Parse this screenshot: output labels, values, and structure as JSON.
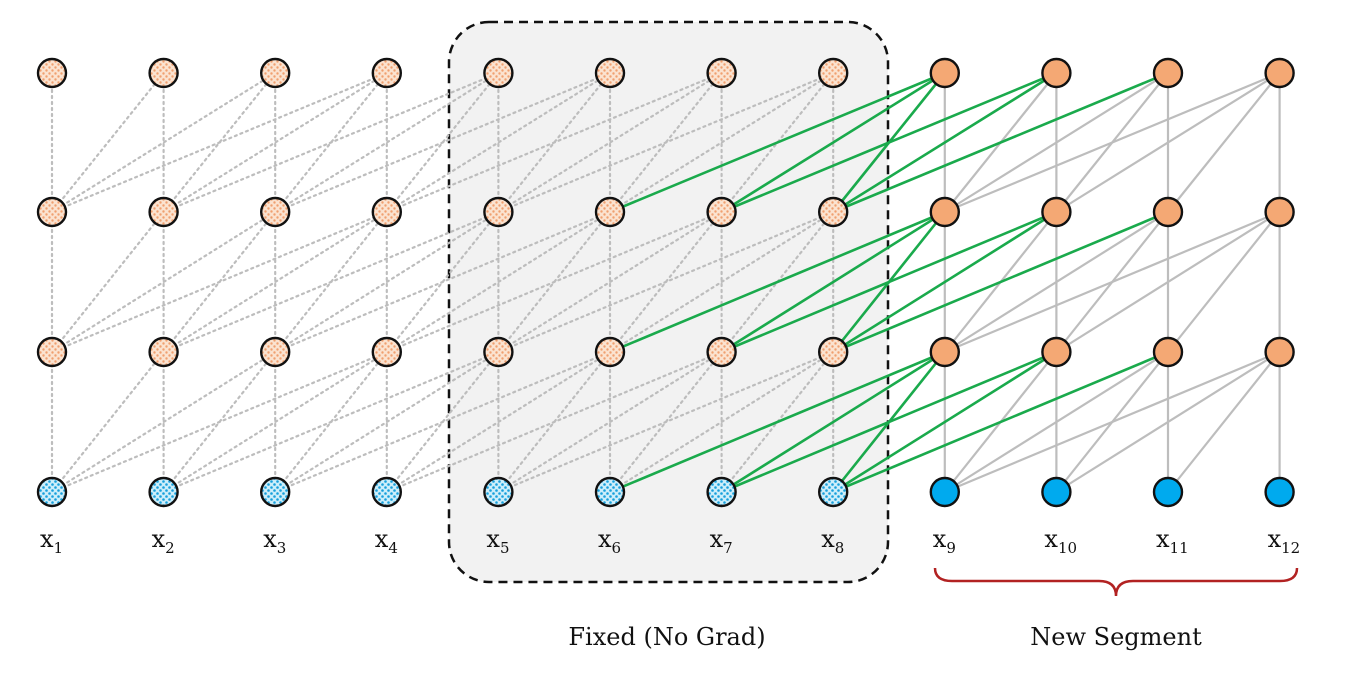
{
  "diagram": {
    "tokens": [
      "x",
      "x",
      "x",
      "x",
      "x",
      "x",
      "x",
      "x",
      "x",
      "x",
      "x",
      "x"
    ],
    "token_subscripts": [
      "1",
      "2",
      "3",
      "4",
      "5",
      "6",
      "7",
      "8",
      "9",
      "10",
      "11",
      "12"
    ],
    "num_layers": 4,
    "segment_length": 4,
    "prior_segments": [
      1,
      2
    ],
    "new_segment": 3,
    "fixed_label": "Fixed (No Grad)",
    "new_segment_label": "New Segment",
    "colors": {
      "hidden_node": "#F4A874",
      "input_node": "#00AAEE",
      "dotted_edge": "#BDBDBD",
      "solid_edge": "#BDBDBD",
      "recurrent_edge": "#1AAA4C",
      "fixed_box_fill": "#F2F2F2",
      "brace": "#B22222",
      "node_outline": "#111111"
    }
  }
}
